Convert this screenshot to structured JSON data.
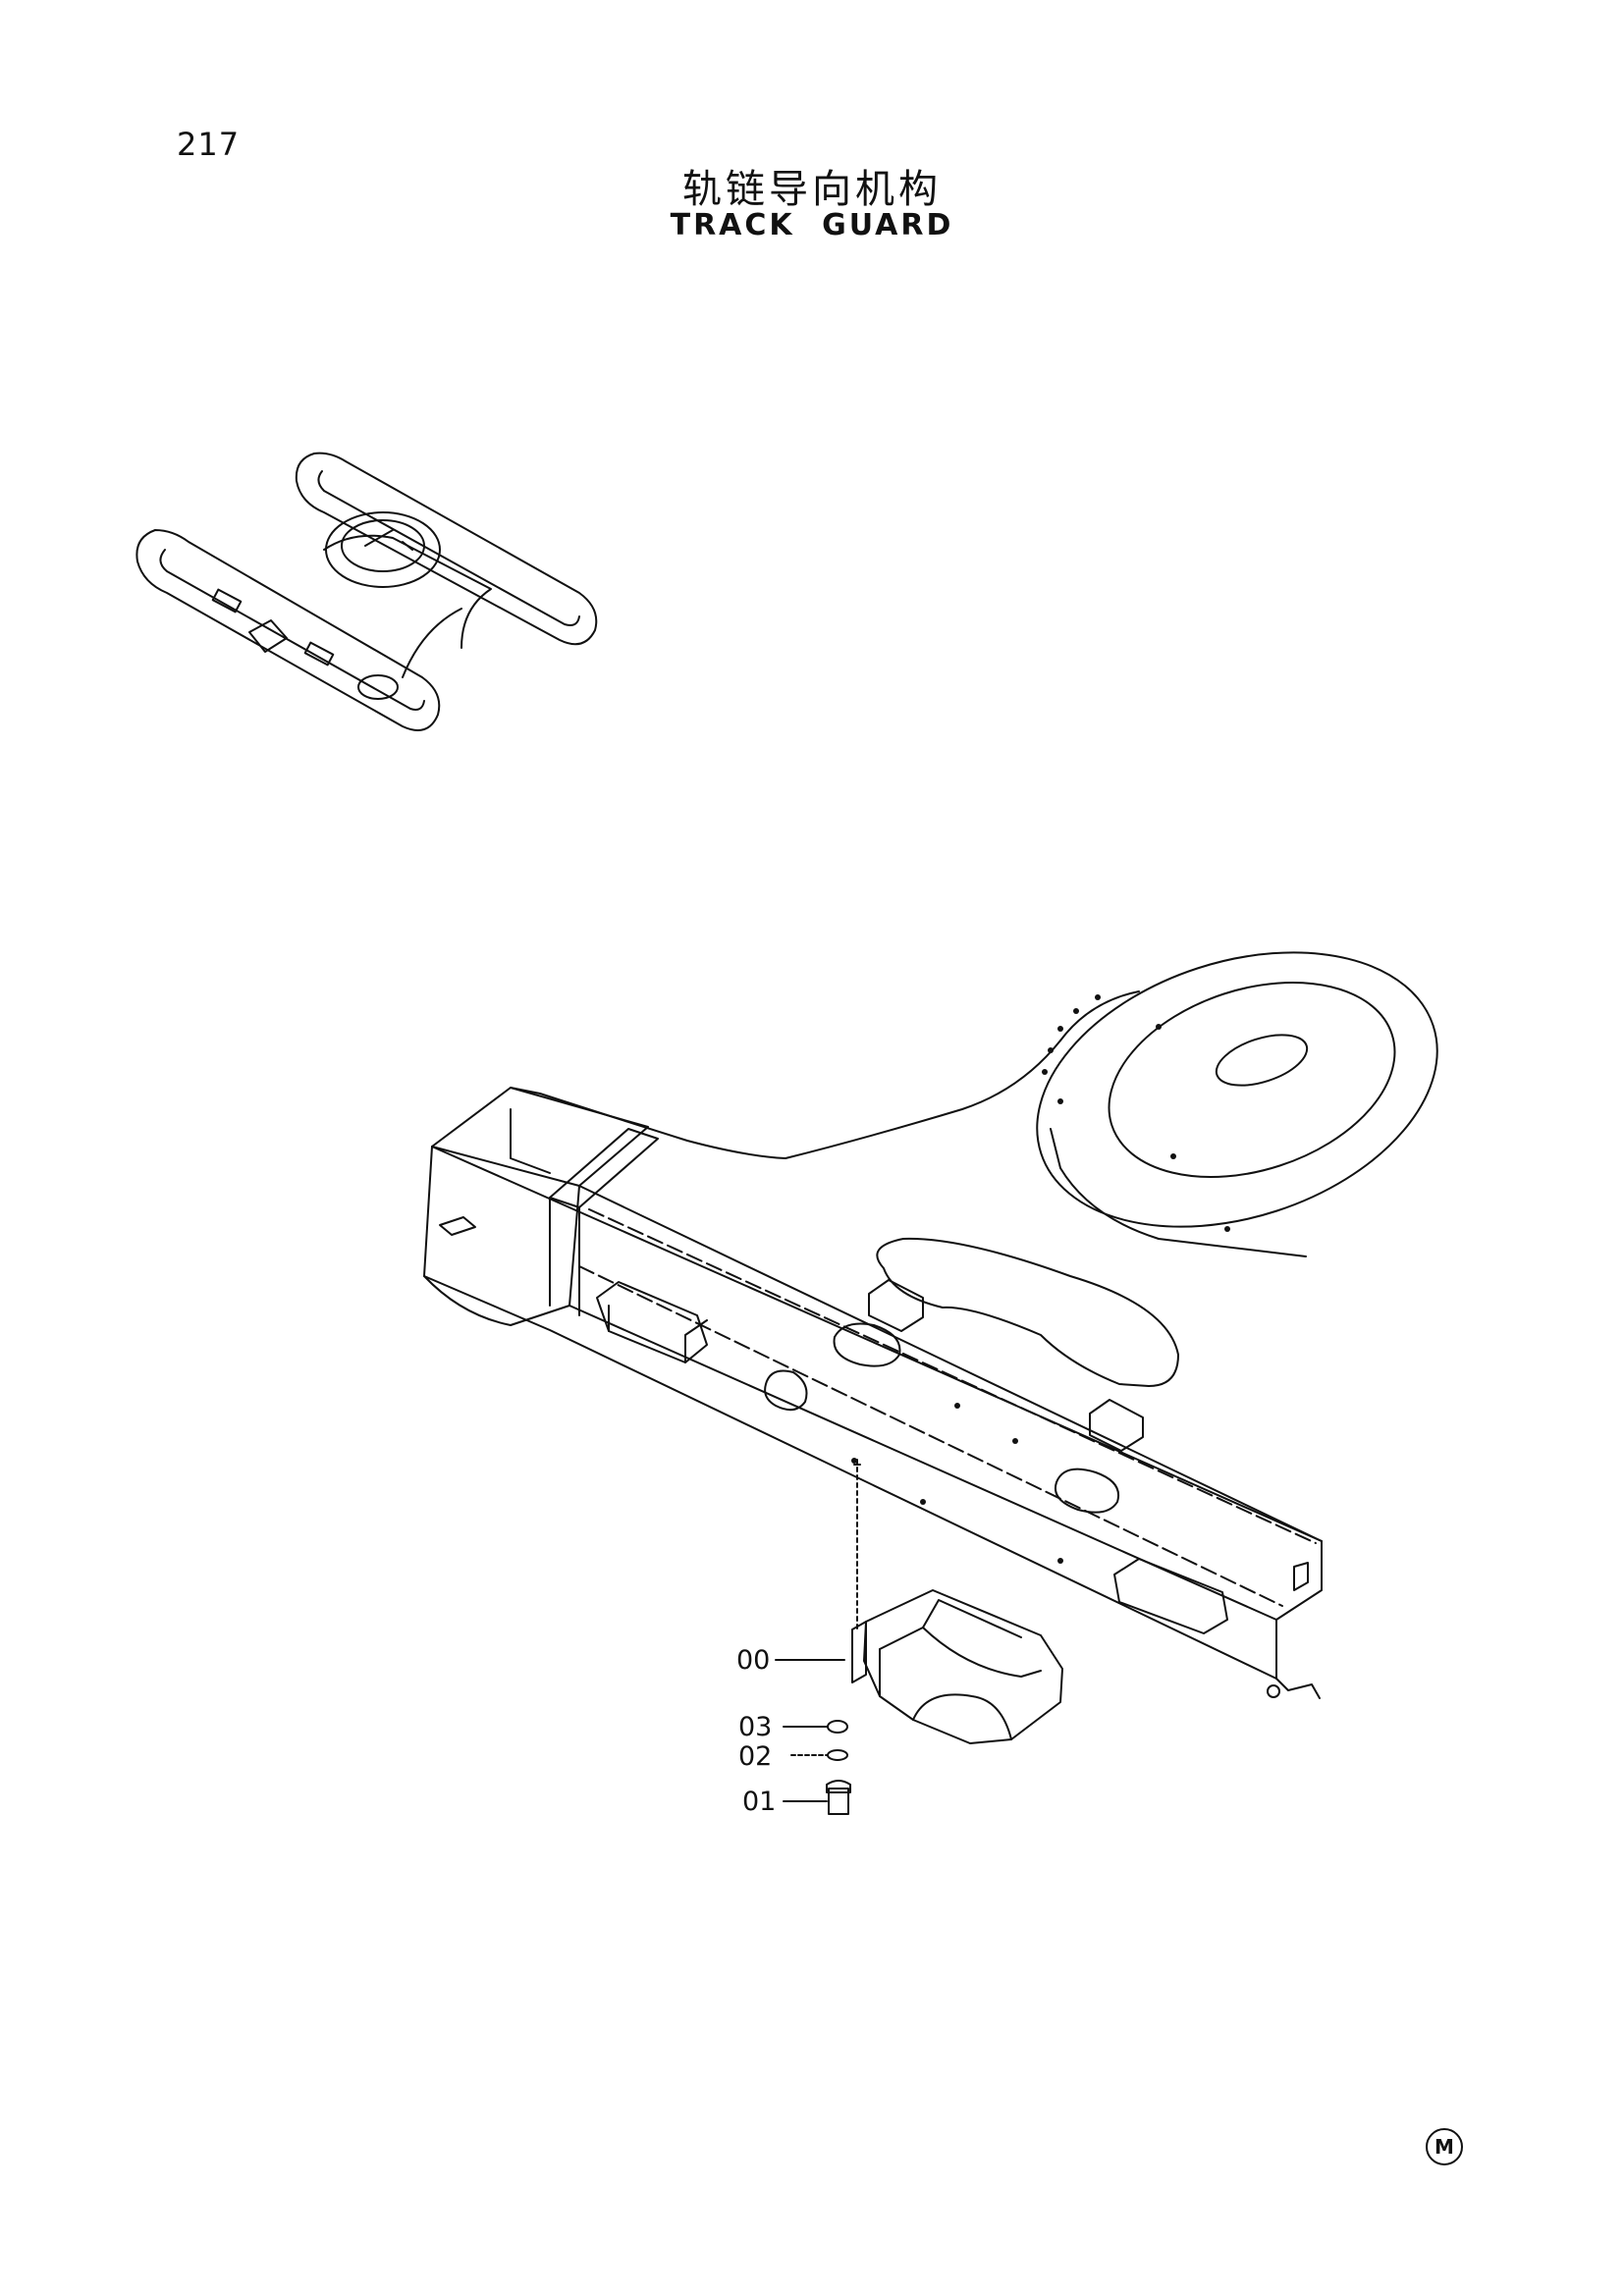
{
  "page": {
    "number": "217",
    "title_cn": "轨链导向机构",
    "title_en": "TRACK GUARD"
  },
  "callouts": [
    {
      "id": "00",
      "label": "00"
    },
    {
      "id": "03",
      "label": "03"
    },
    {
      "id": "02",
      "label": "02"
    },
    {
      "id": "01",
      "label": "01"
    }
  ],
  "mark": "M"
}
